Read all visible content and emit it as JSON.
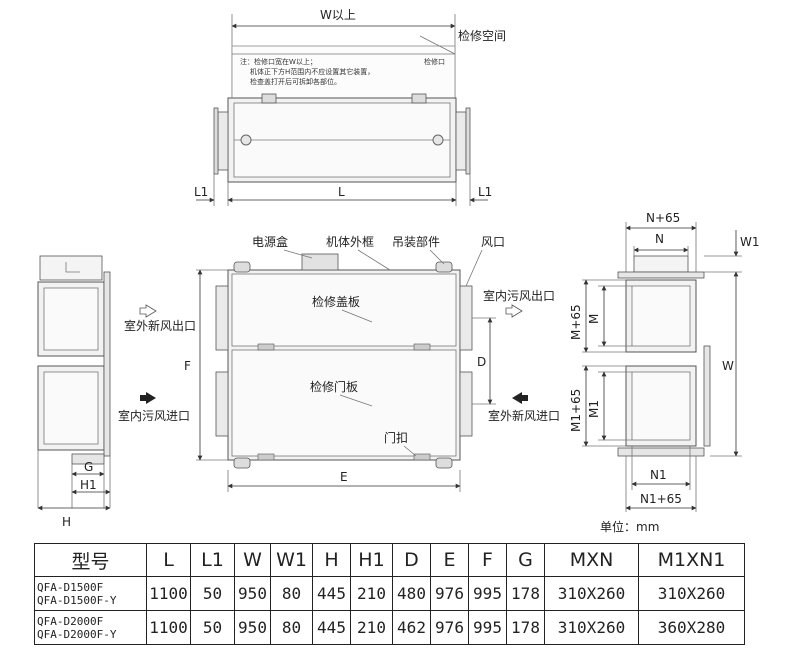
{
  "labels": {
    "w_min": "W以上",
    "maint_space": "检修空间",
    "maint_port": "检修口",
    "note_line1": "注：检修口宽在W以上；",
    "note_line2": "机体正下方H范围内不应设置其它装置，",
    "note_line3": "检查盖打开后可拆卸各部位。",
    "L1": "L1",
    "L": "L",
    "power_box": "电源盒",
    "outer_frame": "机体外框",
    "hanger": "吊装部件",
    "air_port": "风口",
    "service_cover": "检修盖板",
    "service_door": "检修门板",
    "latch": "门扣",
    "F": "F",
    "D": "D",
    "E": "E",
    "G": "G",
    "H1": "H1",
    "H": "H",
    "outdoor_air_out": "室外新风出口",
    "indoor_exhaust_in": "室内污风进口",
    "indoor_exhaust_out": "室内污风出口",
    "outdoor_air_in": "室外新风进口",
    "N65": "N+65",
    "N": "N",
    "W1": "W1",
    "M": "M",
    "M65": "M+65",
    "M1": "M1",
    "M165": "M1+65",
    "W": "W",
    "N1": "N1",
    "N165": "N1+65",
    "unit": "单位：mm"
  },
  "table": {
    "headers": [
      "型号",
      "L",
      "L1",
      "W",
      "W1",
      "H",
      "H1",
      "D",
      "E",
      "F",
      "G",
      "MXN",
      "M1XN1"
    ],
    "rows": [
      {
        "model_line1": "QFA-D1500F",
        "model_line2": "QFA-D1500F-Y",
        "values": [
          "1100",
          "50",
          "950",
          "80",
          "445",
          "210",
          "480",
          "976",
          "995",
          "178",
          "310X260",
          "310X260"
        ]
      },
      {
        "model_line1": "QFA-D2000F",
        "model_line2": "QFA-D2000F-Y",
        "values": [
          "1100",
          "50",
          "950",
          "80",
          "445",
          "210",
          "462",
          "976",
          "995",
          "178",
          "310X260",
          "360X280"
        ]
      }
    ]
  }
}
